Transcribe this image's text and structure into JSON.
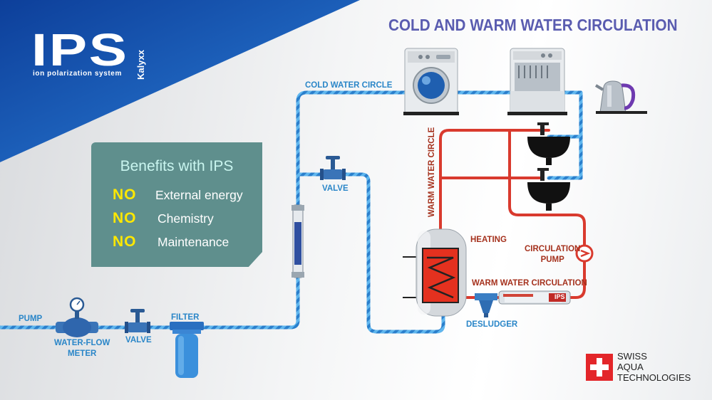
{
  "title": "COLD AND WARM WATER CIRCULATION",
  "logo": {
    "name": "IPS",
    "subtitle": "ion polarization system",
    "brand": "Kalyxx"
  },
  "benefits": {
    "title": "Benefits with IPS",
    "items": [
      {
        "prefix": "NO",
        "text": "External energy"
      },
      {
        "prefix": "NO",
        "text": "Chemistry"
      },
      {
        "prefix": "NO",
        "text": "Maintenance"
      }
    ]
  },
  "labels": {
    "cold_water_circle": "COLD WATER CIRCLE",
    "warm_water_circle": "WARM WATER CIRCLE",
    "valve_top": "VALVE",
    "valve_bottom": "VALVE",
    "pump": "PUMP",
    "water_flow_meter": "WATER-FLOW\nMETER",
    "filter": "FILTER",
    "heating": "HEATING",
    "circulation_pump": "CIRCULATION\nPUMP",
    "warm_water_circulation": "WARM WATER CIRCULATION",
    "desludger": "DESLUDGER",
    "device_label": "IPS"
  },
  "company": {
    "line1": "SWISS",
    "line2": "AQUA",
    "line3": "TECHNOLOGIES"
  },
  "colors": {
    "cold_pipe": "#3a9ae0",
    "warm_pipe": "#e0342c",
    "accent_title": "#5a5cb0",
    "benefits_bg": "#5f8f8d",
    "benefits_highlight": "#ffe800",
    "logo_bg": "#1d5fc0",
    "swiss_red": "#e3262a"
  }
}
